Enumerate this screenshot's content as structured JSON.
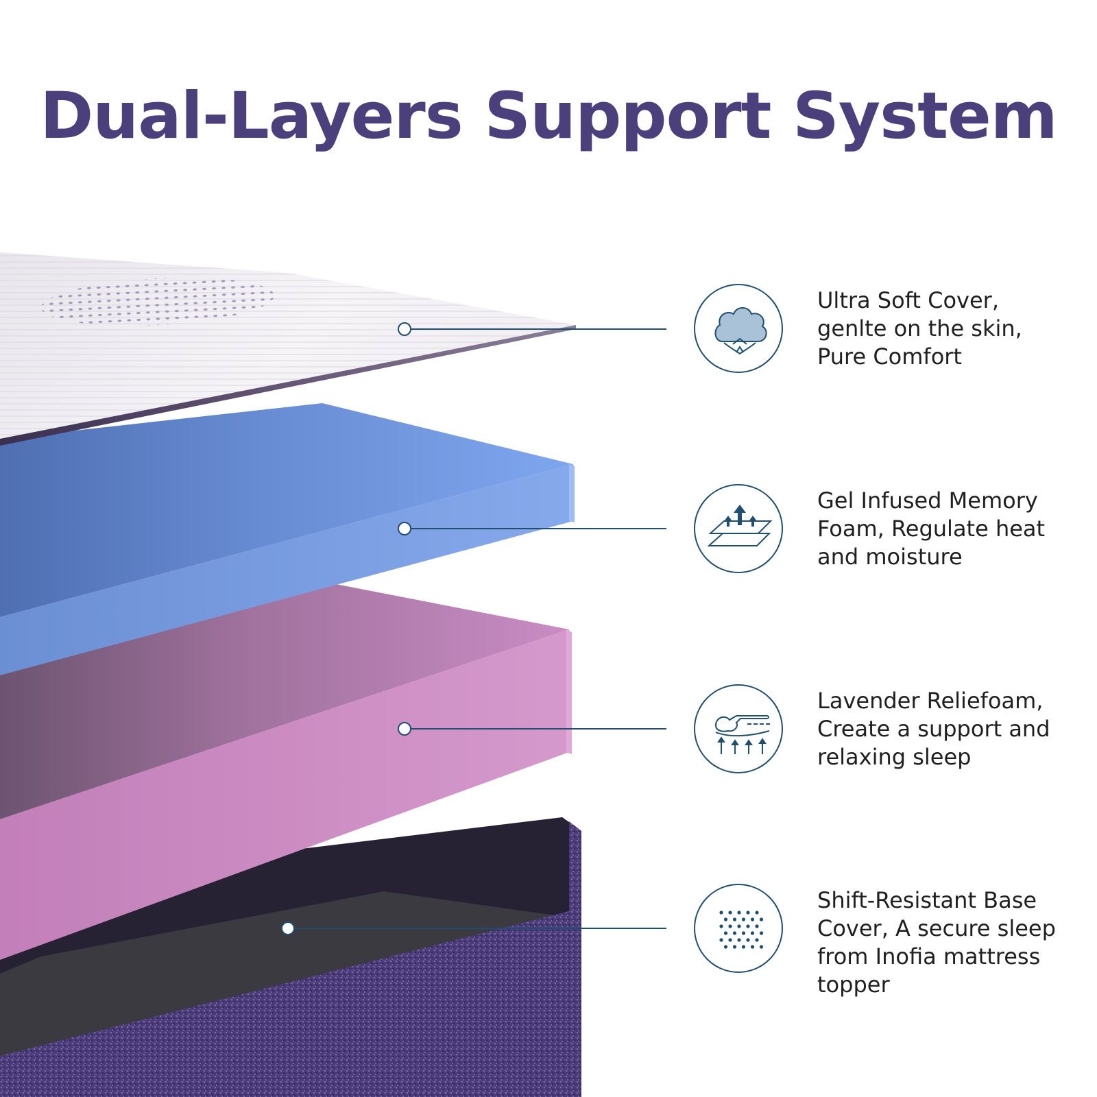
{
  "title": "Dual-Layers Support System",
  "colors": {
    "title": "#4b3f7c",
    "cover": "#f1eef3",
    "gel_foam": "#7b9fe0",
    "lavender_foam": "#c485bd",
    "base_cover": "#4c3d78",
    "accent_line": "#1f4e6e"
  },
  "features": [
    {
      "icon": "cotton-icon",
      "text": "Ultra Soft Cover,\ngenlte on the skin,\nPure Comfort"
    },
    {
      "icon": "cooling-layers-icon",
      "text": "Gel Infused Memory\nFoam, Regulate heat\nand moisture"
    },
    {
      "icon": "head-support-icon",
      "text": "Lavender Reliefoam,\nCreate a support and\nrelaxing sleep"
    },
    {
      "icon": "dot-grid-icon",
      "text": "Shift-Resistant Base\nCover, A  secure sleep\nfrom Inofia mattress\ntopper"
    }
  ]
}
